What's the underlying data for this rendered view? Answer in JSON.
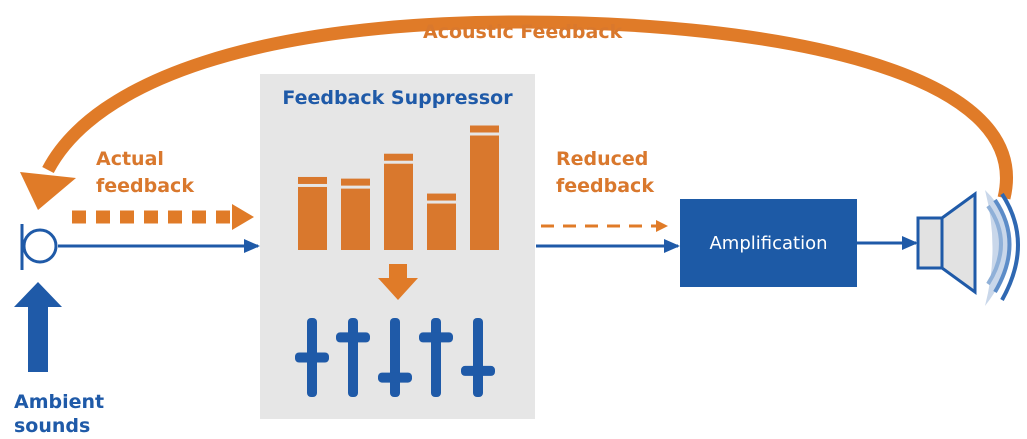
{
  "labels": {
    "acoustic_feedback": "Acoustic Feedback",
    "actual_feedback_1": "Actual",
    "actual_feedback_2": "feedback",
    "reduced_feedback_1": "Reduced",
    "reduced_feedback_2": "feedback",
    "ambient_1": "Ambient",
    "ambient_2": "sounds",
    "suppressor_title": "Feedback Suppressor",
    "amplification": "Amplification"
  },
  "equalizer": {
    "bar_levels": [
      0.44,
      0.43,
      0.58,
      0.34,
      0.75
    ],
    "slider_levels": [
      0.5,
      0.8,
      0.2,
      0.8,
      0.3
    ]
  },
  "colors": {
    "orange": "#d9782d",
    "blue": "#1f5aa8",
    "box_gray": "#e6e6e6",
    "amp_fill": "#1d5aa6"
  },
  "icons": [
    "microphone-icon",
    "speaker-icon",
    "equalizer-sliders-icon",
    "bar-graph-icon"
  ]
}
